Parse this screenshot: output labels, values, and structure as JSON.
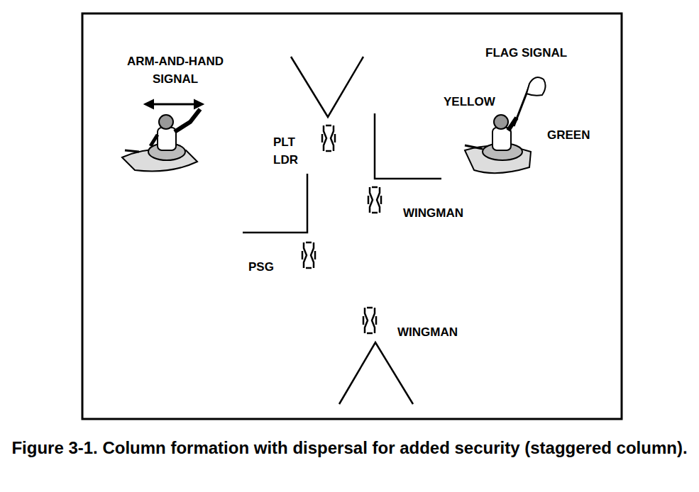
{
  "diagram": {
    "caption": "Figure 3-1. Column formation with dispersal for added security (staggered column).",
    "labels": [
      "ARM-AND-HAND SIGNAL",
      "FLAG SIGNAL",
      "YELLOW",
      "GREEN",
      "PLT LDR",
      "WINGMAN",
      "PSG",
      "WINGMAN"
    ]
  }
}
